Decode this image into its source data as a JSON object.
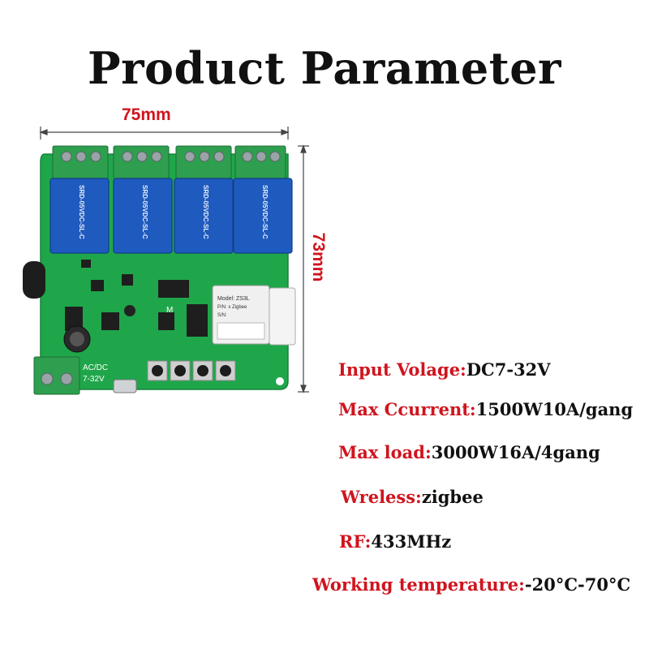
{
  "title": "Product Parameter",
  "dimensions": {
    "width": "75mm",
    "height": "73mm"
  },
  "board_labels": {
    "relay_text": "SRD-05VDC-SL-C",
    "module_model": "Model: ZS3L",
    "module_pn": "P/N: x Zigbee",
    "module_sn": "S/N:",
    "power_label_1": "AC/DC",
    "power_label_2": "7-32V",
    "chip_label": "M"
  },
  "specs": [
    {
      "key": "Input Volage:",
      "value": "DC7-32V"
    },
    {
      "key": "Max Ccurrent:",
      "value": "1500W10A/gang"
    },
    {
      "key": "Max load:",
      "value": "3000W16A/4gang"
    },
    {
      "key": "Wreless:",
      "value": "zigbee"
    },
    {
      "key": "RF:",
      "value": "433MHz"
    },
    {
      "key": "Working temperature:",
      "value": "-20°C-70°C"
    }
  ],
  "colors": {
    "accent": "#d0141e",
    "pcb": "#1fa64a",
    "terminal": "#2e9e4f",
    "relay": "#1f5bbf"
  }
}
